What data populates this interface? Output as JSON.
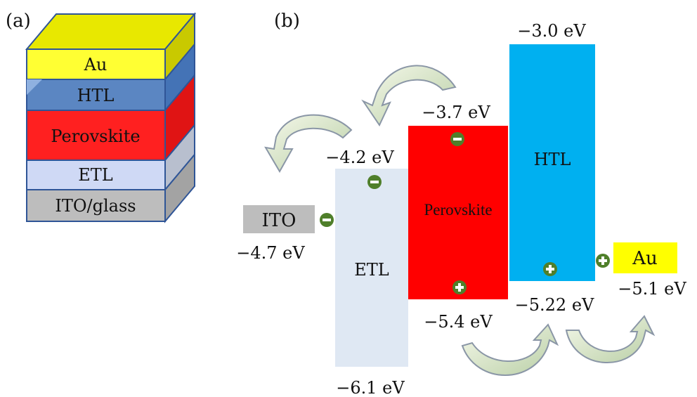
{
  "panel_a": {
    "label": "(a)",
    "layers": [
      {
        "name": "Au",
        "color": "#ffff33"
      },
      {
        "name": "HTL",
        "color": "#5b86c2"
      },
      {
        "name": "Perovskite",
        "color": "#ff2020"
      },
      {
        "name": "ETL",
        "color": "#cfd9f5"
      },
      {
        "name": "ITO/glass",
        "color": "#bdbdbd"
      }
    ]
  },
  "panel_b": {
    "label": "(b)",
    "ito": {
      "label": "ITO",
      "level": "−4.7 eV",
      "color": "#bdbdbd"
    },
    "etl": {
      "label": "ETL",
      "top": "−4.2 eV",
      "bottom": "−6.1 eV",
      "color": "#dfe8f3"
    },
    "perovskite": {
      "label": "Perovskite",
      "top": "−3.7 eV",
      "bottom": "−5.4 eV",
      "color": "#ff0000"
    },
    "htl": {
      "label": "HTL",
      "top": "−3.0 eV",
      "bottom": "−5.22 eV",
      "color": "#00b0f0"
    },
    "au": {
      "label": "Au",
      "level": "−5.1 eV",
      "color": "#ffff00"
    },
    "carrier_colors": {
      "electron": "#4f7f2a",
      "hole": "#4f7f2a"
    }
  }
}
